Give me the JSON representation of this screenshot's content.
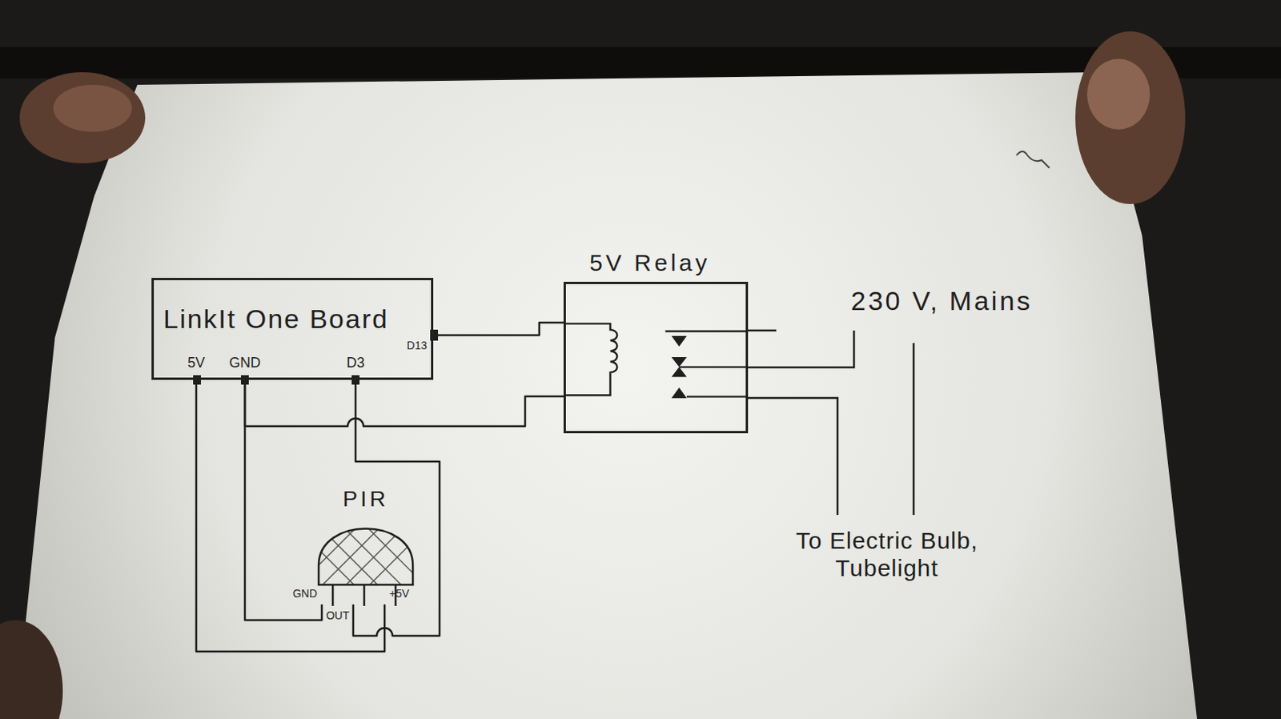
{
  "diagram": {
    "nodes": [
      {
        "text": [
          "LinkIt One Board"
        ]
      },
      {
        "text": [
          "5V Relay"
        ]
      },
      {
        "text": [
          "PIR"
        ]
      }
    ],
    "edges": [
      {
        "from": 0,
        "to": 1,
        "arrow": "none"
      },
      {
        "from": 0,
        "to": 1,
        "arrow": "none"
      },
      {
        "from": 0,
        "to": 2,
        "arrow": "none"
      },
      {
        "from": 0,
        "to": 2,
        "arrow": "none"
      },
      {
        "from": 0,
        "to": 2,
        "arrow": "none"
      }
    ],
    "labels": [
      "5V",
      "GND",
      "D3",
      "D13",
      "GND",
      "OUT",
      "+5V",
      "230 V, Mains",
      "To Electric Bulb, Tubelight"
    ]
  }
}
